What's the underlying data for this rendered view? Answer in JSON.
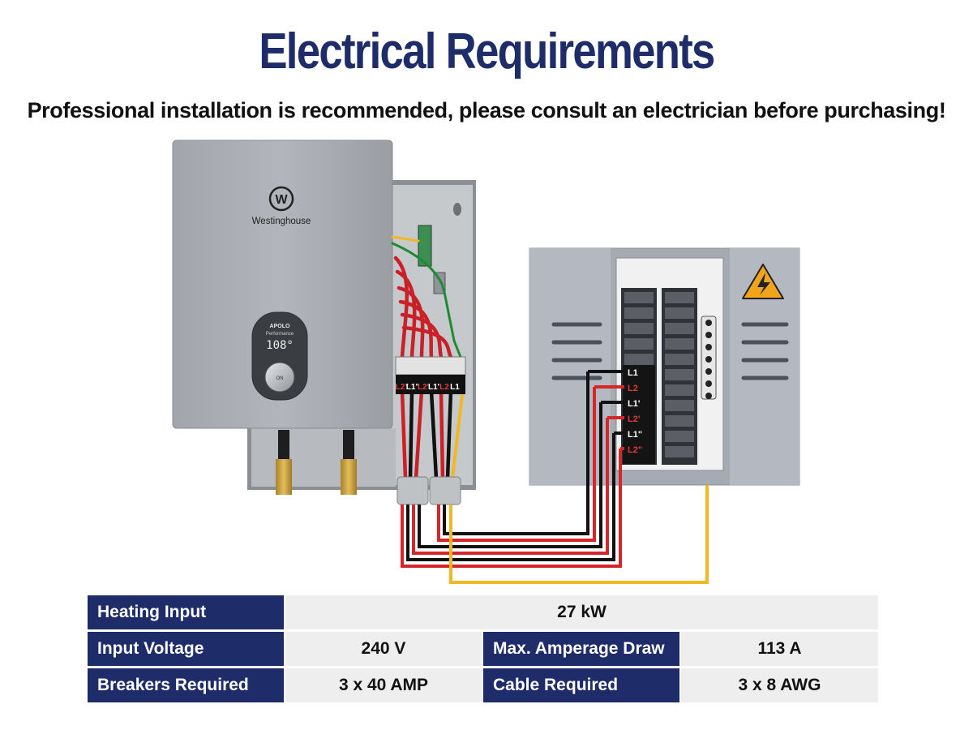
{
  "header": {
    "title": "Electrical Requirements",
    "subtitle": "Professional installation is recommended, please consult an electrician before purchasing!"
  },
  "heater": {
    "brand_logo": "W",
    "brand": "Westinghouse",
    "display_model_line1": "APOLO",
    "display_model_line2": "Performance",
    "display_temp": "108°",
    "dial_label": "ON",
    "terminal_labels": [
      "L2\"",
      "L1\"",
      "L2'",
      "L1'",
      "L2",
      "L1"
    ]
  },
  "panel": {
    "warning_icon": "high-voltage-warning-icon",
    "breaker_labels": [
      "L1",
      "L2",
      "L1'",
      "L2'",
      "L1\"",
      "L2\""
    ]
  },
  "wire_colors": {
    "line_black": "#111111",
    "line_red": "#d6262c",
    "ground": "#f2b824",
    "ground_heater_inner": "#1e8a32"
  },
  "specs": {
    "heating_input_label": "Heating Input",
    "heating_input_value": "27 kW",
    "input_voltage_label": "Input Voltage",
    "input_voltage_value": "240 V",
    "max_amperage_label": "Max. Amperage Draw",
    "max_amperage_value": "113 A",
    "breakers_label": "Breakers Required",
    "breakers_value": "3 x 40 AMP",
    "cable_label": "Cable Required",
    "cable_value": "3 x 8 AWG"
  }
}
